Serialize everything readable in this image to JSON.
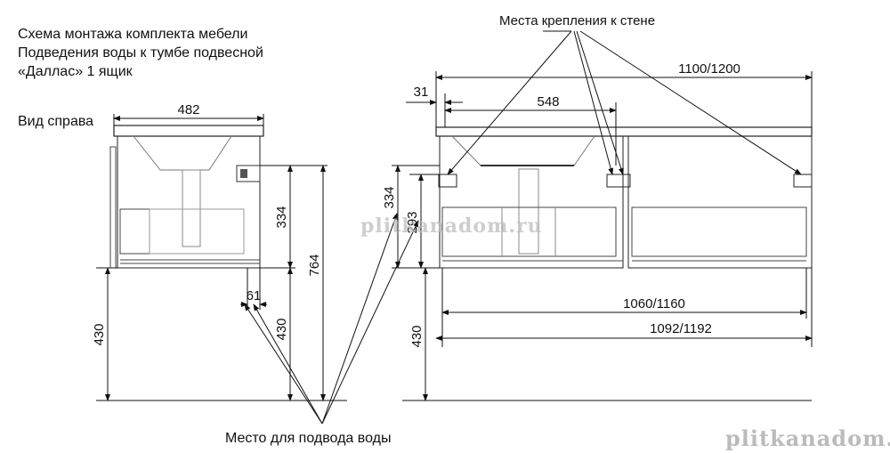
{
  "title": {
    "line1": "Схема монтажа комплекта мебели",
    "line2": "Подведения воды к тумбе подвесной",
    "line3": "«Даллас» 1 ящик"
  },
  "side_view_label": "Вид справа",
  "wall_mount_label": "Места крепления к стене",
  "water_supply_label": "Место для подвода воды",
  "dimensions": {
    "side_width": "482",
    "side_height_total": "764",
    "side_water_height": "334",
    "side_floor_height": "430",
    "side_offset": "61",
    "front_total_width": "1100/1200",
    "front_inner_width": "1060/1160",
    "front_body_width": "1092/1192",
    "front_edge": "31",
    "front_sink_width": "548",
    "front_water_height": "334",
    "front_mount_height": "293",
    "front_floor_height": "430"
  },
  "watermarks": {
    "center": "plitkanadom.ru",
    "corner": "plitkanadom.ru"
  }
}
